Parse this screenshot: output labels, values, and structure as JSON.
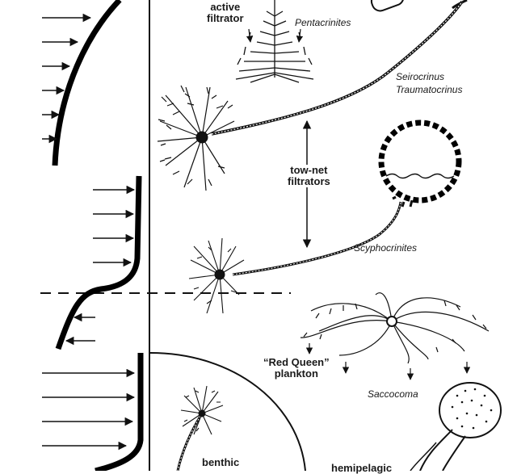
{
  "labels": {
    "active_filtrator": "active\nfiltrator",
    "pentacrinites": "Pentacrinites",
    "seirocrinus": "Seirocrinus",
    "traumatocrinus": "Traumatocrinus",
    "tow_net_filtrators": "tow-net\nfiltrators",
    "scyphocrinites": "Scyphocrinites",
    "red_queen_plankton": "“Red Queen”\nplankton",
    "saccocoma": "Saccocoma",
    "benthic": "benthic",
    "hemipelagic": "hemipelagic"
  },
  "colors": {
    "ink": "#111111",
    "background": "#ffffff"
  }
}
